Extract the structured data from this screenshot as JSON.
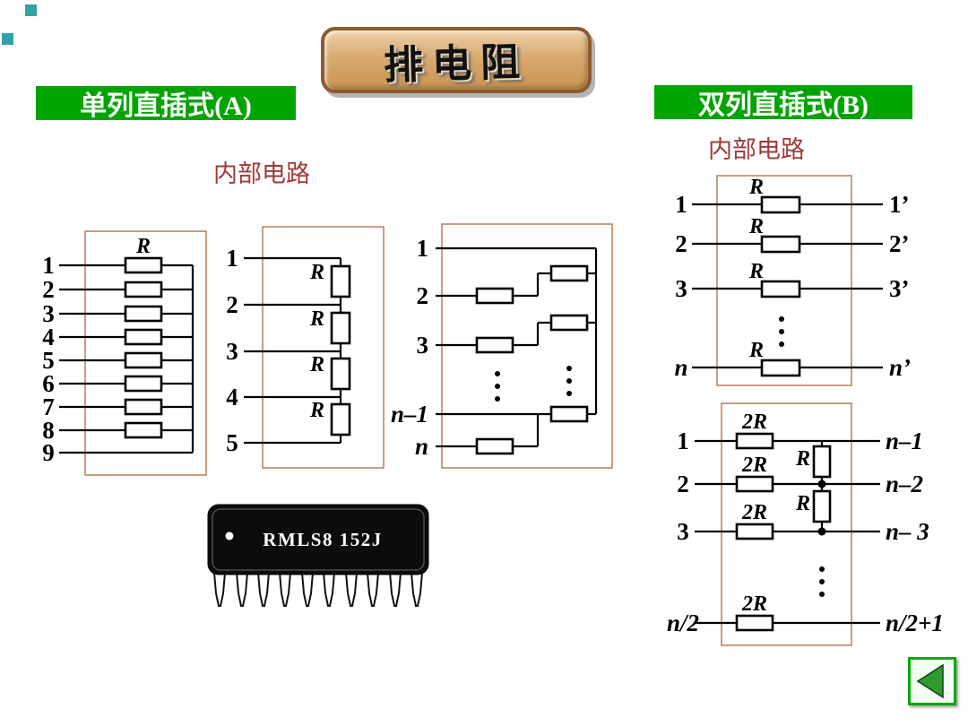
{
  "title": "排电阻",
  "left": {
    "header": "单列直插式(A)",
    "internal_label": "内部电路",
    "d1": {
      "r_label": "R",
      "pins": [
        "1",
        "2",
        "3",
        "4",
        "5",
        "6",
        "7",
        "8",
        "9"
      ]
    },
    "d2": {
      "pins": [
        "1",
        "2",
        "3",
        "4",
        "5"
      ],
      "r_labels": [
        "R",
        "R",
        "R",
        "R"
      ]
    },
    "d3": {
      "pins": [
        "1",
        "2",
        "3",
        "n–1",
        "n"
      ]
    },
    "chip": {
      "label": "RMLS8 152J"
    }
  },
  "right": {
    "header": "双列直插式(B)",
    "internal_label": "内部电路",
    "d4": {
      "left_pins": [
        "1",
        "2",
        "3",
        "n"
      ],
      "right_pins": [
        "1’",
        "2’",
        "3’",
        "n’"
      ],
      "r_labels": [
        "R",
        "R",
        "R",
        "R"
      ]
    },
    "d5": {
      "left_pins": [
        "1",
        "2",
        "3",
        "n/2"
      ],
      "right_pins": [
        "n–1",
        "n–2",
        "n– 3",
        "n/2+1"
      ],
      "series_labels": [
        "2R",
        "2R",
        "2R",
        "2R"
      ],
      "ladder_labels": [
        "R",
        "R"
      ]
    }
  },
  "nav": {
    "back_icon": "back-triangle"
  },
  "colors": {
    "header_bg": "#00a400",
    "subtitle_text": "#a03a3a",
    "diagram_box": "#b5744a",
    "banner_bg": "#d9ab72",
    "banner_border": "#8a5a30",
    "back_accent": "#00a800"
  }
}
